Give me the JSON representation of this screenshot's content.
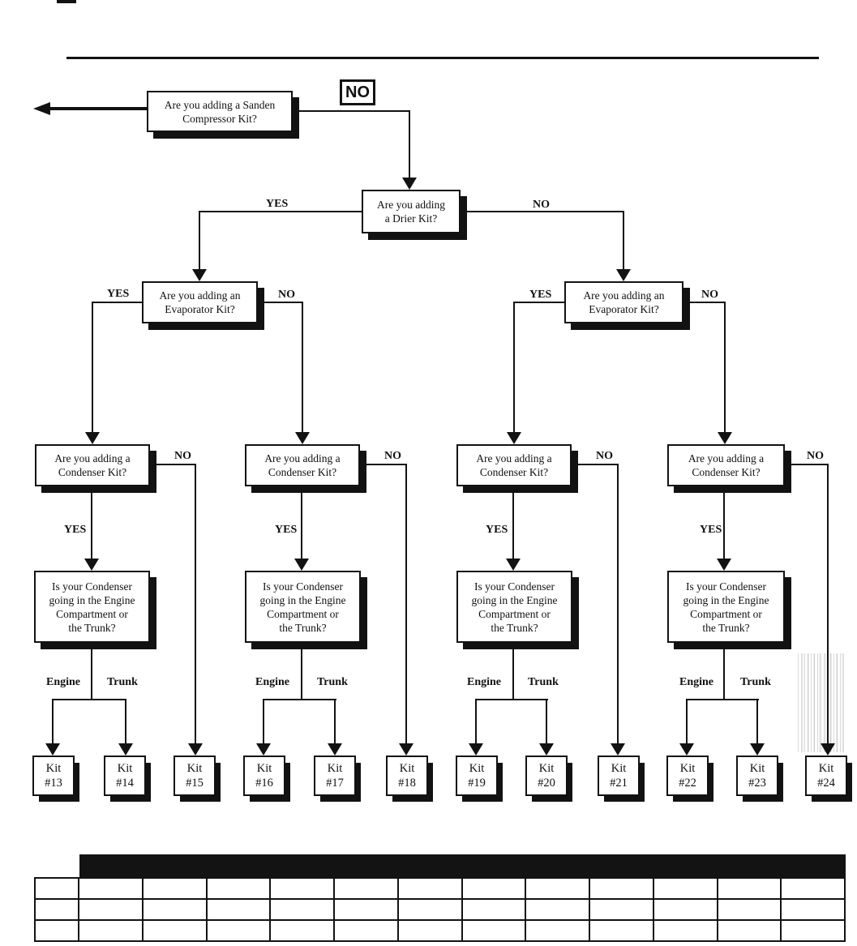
{
  "diagram": {
    "yes": "YES",
    "no": "NO",
    "engine": "Engine",
    "trunk": "Trunk",
    "q_compressor_lines": [
      "Are you adding a Sanden",
      "Compressor Kit?"
    ],
    "q_drier_lines": [
      "Are you adding",
      "a Drier Kit?"
    ],
    "q_evaporator_lines": [
      "Are you adding an",
      "Evaporator Kit?"
    ],
    "q_condenser_lines": [
      "Are you adding a",
      "Condenser Kit?"
    ],
    "q_location_lines": [
      "Is your Condenser",
      "going in the Engine",
      "Compartment or",
      "the Trunk?"
    ],
    "kits": [
      {
        "label": "Kit",
        "number": "#13"
      },
      {
        "label": "Kit",
        "number": "#14"
      },
      {
        "label": "Kit",
        "number": "#15"
      },
      {
        "label": "Kit",
        "number": "#16"
      },
      {
        "label": "Kit",
        "number": "#17"
      },
      {
        "label": "Kit",
        "number": "#18"
      },
      {
        "label": "Kit",
        "number": "#19"
      },
      {
        "label": "Kit",
        "number": "#20"
      },
      {
        "label": "Kit",
        "number": "#21"
      },
      {
        "label": "Kit",
        "number": "#22"
      },
      {
        "label": "Kit",
        "number": "#23"
      },
      {
        "label": "Kit",
        "number": "#24"
      }
    ]
  },
  "colors": {
    "ink": "#121212",
    "paper": "#ffffff",
    "table_header_bg": "#131313"
  },
  "table": {
    "label_columns": 1,
    "data_columns": 12,
    "body_rows": 3,
    "header_text": ""
  }
}
